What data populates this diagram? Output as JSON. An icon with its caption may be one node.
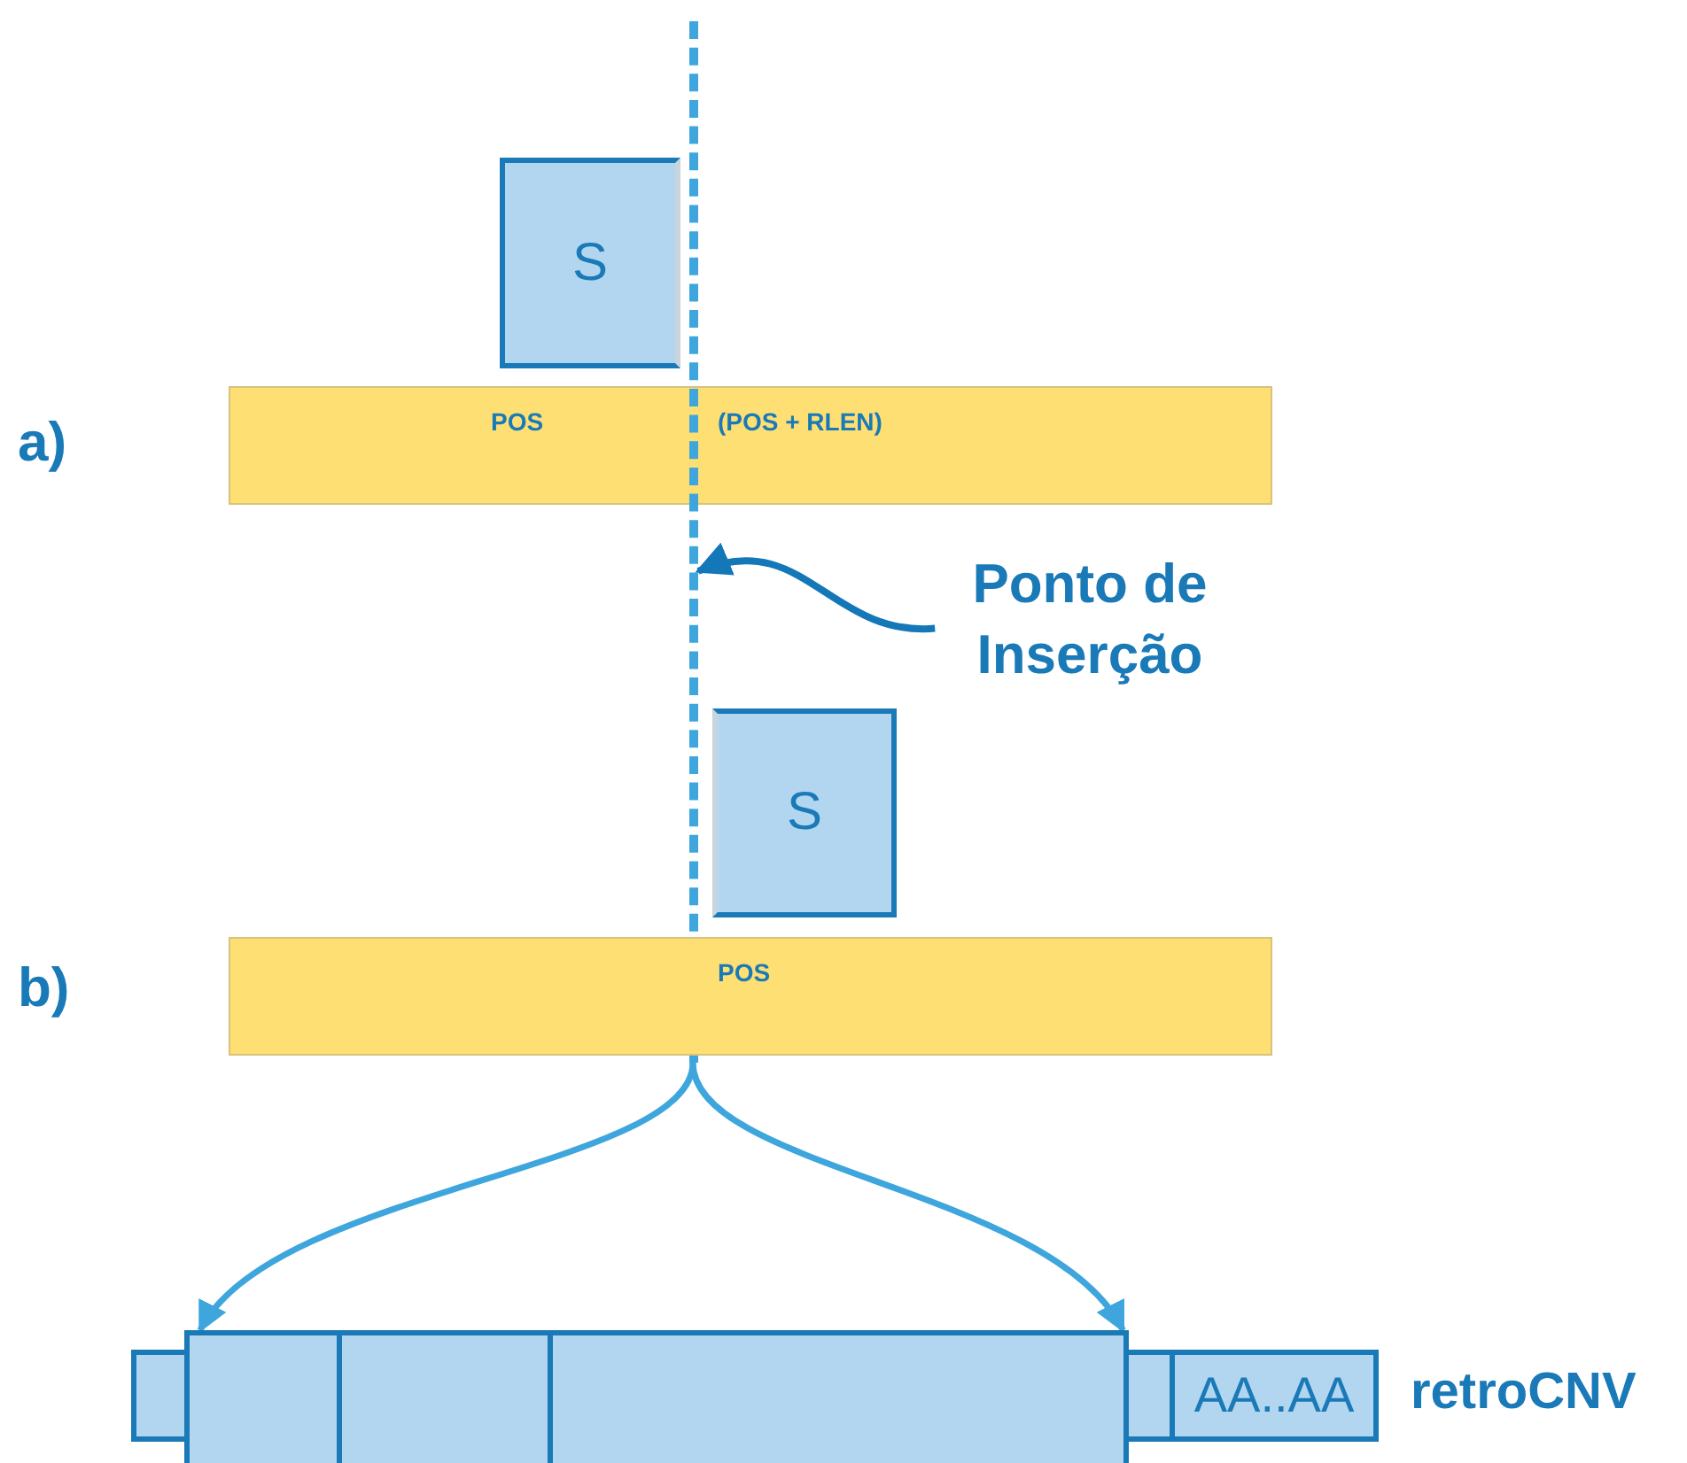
{
  "diagram": {
    "nodes": [
      {
        "text": [
          "S"
        ]
      },
      {
        "text": [
          "POS",
          "(POS + RLEN)"
        ]
      },
      {
        "text": [],
        "shape": "line"
      },
      {
        "text": [
          "Ponto de Inserção"
        ]
      },
      {
        "text": [
          "S"
        ]
      },
      {
        "text": [
          "POS"
        ]
      },
      {
        "text": [],
        "shape": "box"
      },
      {
        "text": [],
        "shape": "box"
      },
      {
        "text": [],
        "shape": "box"
      },
      {
        "text": [],
        "shape": "box"
      },
      {
        "text": [],
        "shape": "box"
      },
      {
        "text": [
          "AA..AA"
        ],
        "beside": [
          "retroCNV"
        ]
      }
    ],
    "edges": [
      {
        "from": 3,
        "to": 2,
        "arrow": "to",
        "color": "#1477b8"
      },
      {
        "from": 2,
        "to": 7,
        "arrow": "to"
      },
      {
        "from": 2,
        "to": 9,
        "arrow": "to"
      }
    ],
    "labels": [
      "a)",
      "b)"
    ]
  }
}
